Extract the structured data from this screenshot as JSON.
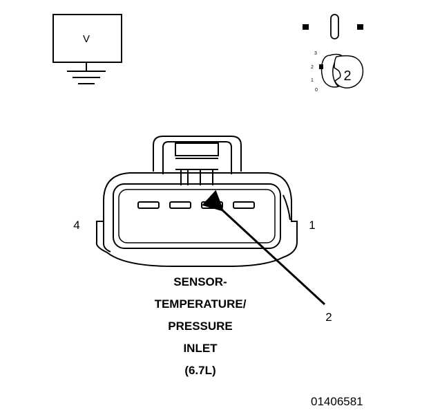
{
  "meter": {
    "label": "V"
  },
  "probe_positions": [
    "3",
    "2",
    "1",
    "0"
  ],
  "probe_label": "2",
  "connector": {
    "pin_left": "4",
    "pin_right": "1",
    "callout": "2",
    "title_lines": [
      "SENSOR-",
      "TEMPERATURE/",
      "PRESSURE",
      "INLET",
      "(6.7L)"
    ]
  },
  "figure_id": "01406581",
  "colors": {
    "ink": "#000000",
    "background": "#ffffff"
  }
}
